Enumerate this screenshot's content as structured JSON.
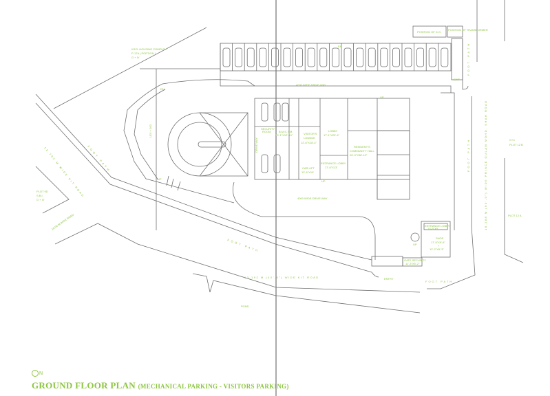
{
  "title": {
    "main": "GROUND FLOOR PLAN",
    "sub": "(MECHANICAL PARKING - VISITORS PARKING)",
    "north_label": "N"
  },
  "site_labels": {
    "neighbor_north": [
      "KSCL HOUSING COMPLEX",
      "P-17A ( PORTION )",
      "G + IV"
    ],
    "plot_west": [
      "PLOT 9D",
      "S.B.I",
      "G + IV"
    ],
    "plot_east_top": [
      "G+4",
      "PLOT 12 B"
    ],
    "plot_east_bottom": "PLOT 12 A",
    "road_nw": "12.795 M WIDE  KIT  ROAD",
    "road_w": "18.90 M WIDE ROAD",
    "road_s": "13.192 M (40'-0\")  WIDE  KIT  ROAD",
    "road_e": "18.288 M (60'-0\") WIDE  PRINCE GULAM MOHD. SHAH ROAD",
    "foot_path": "FOOT PATH",
    "pond": "POND",
    "ramp": "LEV + 200",
    "drive_way_top": "4000 WIDE DRIVE WAY",
    "drive_way_bottom": "4000 WIDE DRIVE WAY",
    "position_dg": "POSITION OF D.G.",
    "position_transformer": "POSITION OF TRANSFORMER",
    "exit": "EXIT",
    "entry": "ENTRY",
    "up": "UP",
    "dn": "DN",
    "parking_mark": "EN"
  },
  "rooms": {
    "security": [
      "SECURITY",
      "ROOM"
    ],
    "drive_way": "DRIVE WAY",
    "bms": [
      "B.M.S. RM.",
      "13'-1\"X12'-10\""
    ],
    "visitors_lounge": [
      "VISITOR'S",
      "LOUNGE",
      "12'-6\"X18'-4\""
    ],
    "lobby": [
      "LOBBY",
      "17'-1\"X25'-4\""
    ],
    "car_lift": [
      "CAR LIFT",
      "12'-6\"X19'"
    ],
    "entrance_lobby": [
      "ENTRANCE LOBBY",
      "17'-6\"X13'"
    ],
    "community_hall": [
      "RESIDENT'S",
      "COMMUNITY HALL",
      "26'-3\"X38'-10\""
    ],
    "shop_entrance": [
      "ENTRANCE LOBBY",
      "13'-5\"X5'"
    ],
    "shop": [
      "SHOP",
      "17'-5\"X9'-6\"",
      "+",
      "12'-2\"X5'-3\""
    ],
    "gate_security": [
      "GATE SECURITY",
      "11'-3\"X5'-2\""
    ]
  },
  "colors": {
    "label": "#8cc63f",
    "line": "#6f6f6f"
  }
}
